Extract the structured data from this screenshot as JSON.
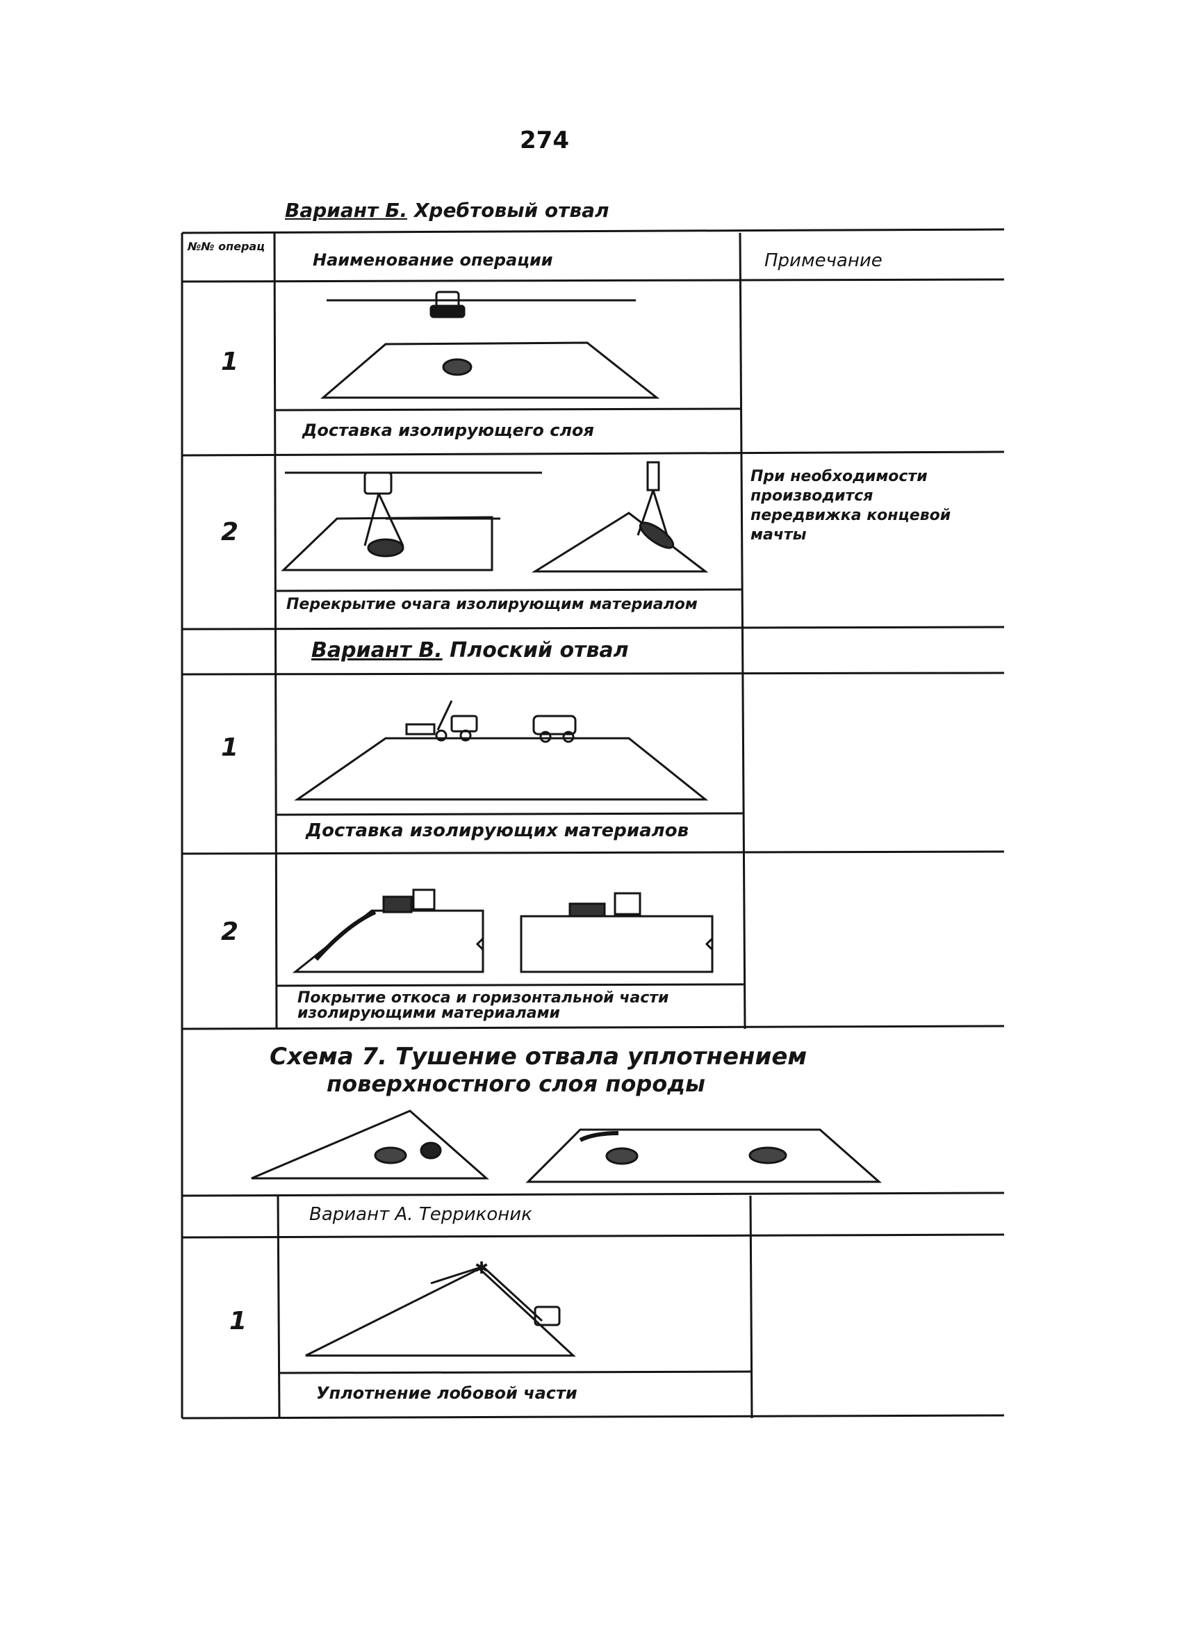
{
  "page_number": "274",
  "variant_b": {
    "label": "Вариант Б.",
    "title": "Хребтовый отвал"
  },
  "table_header": {
    "col_num": "№№ операц",
    "col_name": "Наименование операции",
    "col_note": "Примечание"
  },
  "variant_b_rows": [
    {
      "num": "1",
      "caption": "Доставка изолирующего слоя",
      "note": ""
    },
    {
      "num": "2",
      "caption": "Перекрытие очага изолирующим материалом",
      "note": "При необходимости производится передвижка концевой мачты"
    }
  ],
  "variant_v": {
    "label": "Вариант В.",
    "title": "Плоский отвал"
  },
  "variant_v_rows": [
    {
      "num": "1",
      "caption": "Доставка изолирующих материалов",
      "note": ""
    },
    {
      "num": "2",
      "caption": "Покрытие откоса и горизонтальной части изолирующими материалами",
      "note": ""
    }
  ],
  "scheme_7": {
    "label": "Схема 7.",
    "title_line1": "Тушение отвала уплотнением",
    "title_line2": "поверхностного слоя породы"
  },
  "variant_a": {
    "label": "Вариант А.",
    "title": "Терриконик"
  },
  "variant_a_rows": [
    {
      "num": "1",
      "caption": "Уплотнение лобовой части",
      "note": ""
    }
  ]
}
